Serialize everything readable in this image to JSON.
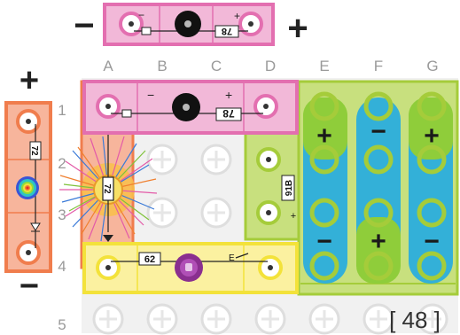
{
  "columns": [
    "A",
    "B",
    "C",
    "D",
    "E",
    "F",
    "G"
  ],
  "rows": [
    "1",
    "2",
    "3",
    "4",
    "5"
  ],
  "page_number": "[ 48 ]",
  "top_part": {
    "code": "78",
    "minus_sign": "−",
    "plus_sign": "+",
    "small_minus": "−",
    "small_plus": "+"
  },
  "left_part": {
    "code": "72",
    "plus_sign": "+",
    "minus_sign": "−"
  },
  "board_parts": {
    "part_78_code": "78",
    "part_78_minus": "−",
    "part_78_plus": "+",
    "part_72_code": "72",
    "part_91b_code": "91B",
    "part_91b_plus": "+",
    "part_62_code": "62",
    "switch_label": "E",
    "battery_signs": [
      "+",
      "−",
      "+",
      "−",
      "+",
      "−"
    ]
  },
  "colors": {
    "pink": "#e36fb0",
    "pink_fill": "#f2b8d8",
    "orange": "#f07d4d",
    "orange_fill": "#f7b59c",
    "yellow": "#f3e23a",
    "yellow_fill": "#fbf1a0",
    "green": "#a5cc3a",
    "green_fill": "#c8e07e",
    "blue": "#33b0d8"
  },
  "icons": [
    "speaker-icon",
    "rainbow-led-icon",
    "pushbutton-icon",
    "switch-icon"
  ]
}
